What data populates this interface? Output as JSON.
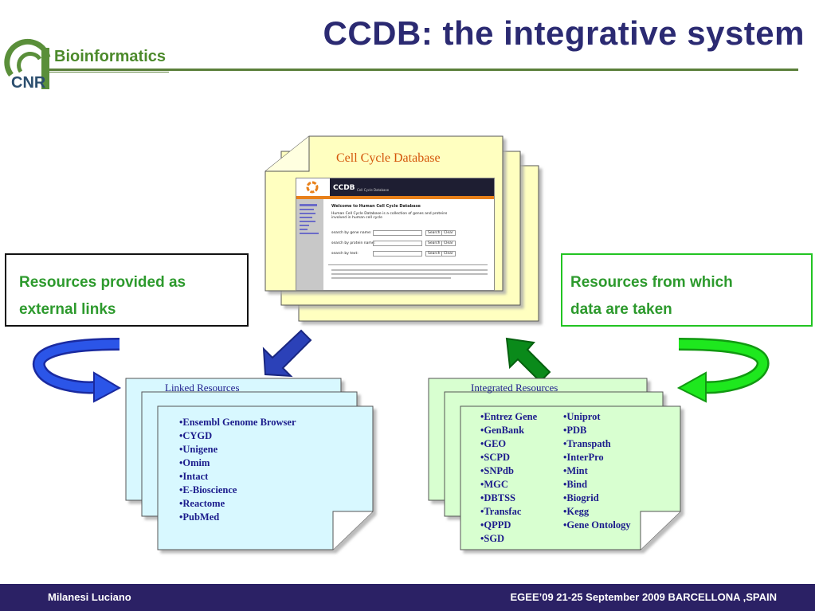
{
  "slide": {
    "title": "CCDB: the integrative system",
    "logo": {
      "name": "Bioinformatics",
      "org": "CNR"
    }
  },
  "left_callout": {
    "line1": "Resources provided as",
    "line2": "external links"
  },
  "right_callout": {
    "line1": "Resources from which",
    "line2": "data are taken"
  },
  "center_doc": {
    "title": "Cell Cycle Database",
    "screenshot": {
      "brand": "CCDB",
      "subtitle": "Cell Cycle Database",
      "welcome": "Welcome to Human Cell Cycle Database",
      "intro": "Human Cell Cycle Database is a collection of genes and proteins involved in human cell cycle",
      "search1": "search by gene name:",
      "search2": "search by protein name:",
      "search3": "search by text:",
      "search_btn": "Search",
      "clear_btn": "Clear"
    }
  },
  "linked": {
    "title": "Linked Resources",
    "items": [
      "•Ensembl Genome Browser",
      "•CYGD",
      "•Unigene",
      "•Omim",
      "•Intact",
      "•E-Bioscience",
      "•Reactome",
      "•PubMed"
    ]
  },
  "integrated": {
    "title": "Integrated Resources",
    "col1": [
      "•Entrez Gene",
      "•GenBank",
      "•GEO",
      "•SCPD",
      "•SNPdb",
      "•MGC",
      "•DBTSS",
      "•Transfac",
      "•QPPD",
      "•SGD"
    ],
    "col2": [
      "•Uniprot",
      "•PDB",
      "•Transpath",
      "•InterPro",
      "•Mint",
      "•Bind",
      "•Biogrid",
      "•Kegg",
      "•Gene Ontology"
    ]
  },
  "footer": {
    "author": "Milanesi Luciano",
    "event": "EGEE’09  21-25 September  2009 BARCELLONA ,SPAIN"
  },
  "colors": {
    "title": "#2b2a72",
    "green_text": "#2d9a2d",
    "footer_bg": "#2b2165",
    "yellow_doc": "#ffffc0",
    "cyan_doc": "#d8f8ff",
    "green_doc": "#d8ffd0",
    "blue_arrow": "#2b41b8",
    "dark_green_arrow": "#0a8a1a",
    "green_arrow": "#1ee81e"
  }
}
